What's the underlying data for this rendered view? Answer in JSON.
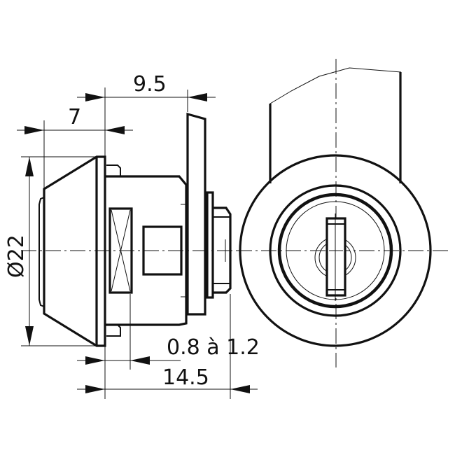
{
  "drawing": {
    "subject": "cam lock technical drawing",
    "line_color": "#111111",
    "background": "#ffffff",
    "views": {
      "side_view": {
        "label": "side-view"
      },
      "front_view": {
        "label": "front-view"
      }
    },
    "dimensions": {
      "top_dim": "9.5",
      "upper_dim": "7",
      "diameter": "Ø22",
      "thickness_range": "0.8 à 1.2",
      "overall_length": "14.5"
    }
  }
}
